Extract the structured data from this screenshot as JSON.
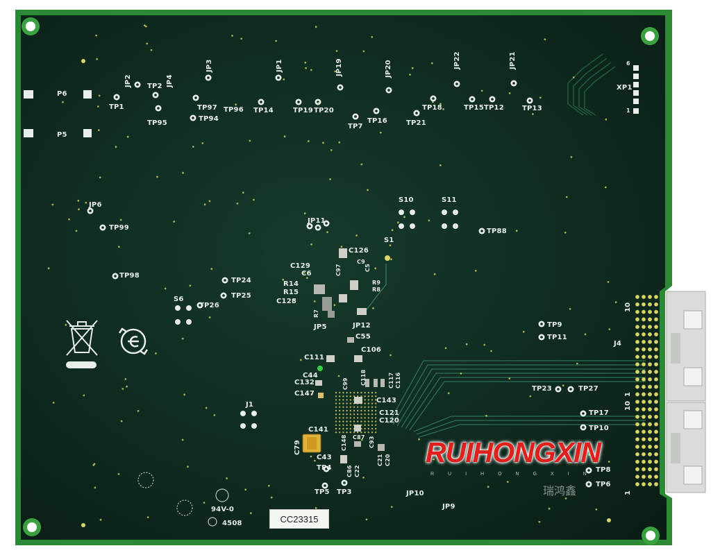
{
  "board": {
    "pcb_color": "#0f2a1f",
    "edge_color": "#2c8a34",
    "silk_color": "#e8eee8",
    "pad_color": "#d8d66a"
  },
  "labels": {
    "p6": "P6",
    "p5": "P5",
    "tp1": "TP1",
    "tp2": "TP2",
    "tp95": "TP95",
    "tp97": "TP97",
    "tp94": "TP94",
    "tp96": "TP96",
    "tp14": "TP14",
    "tp19": "TP19",
    "tp20": "TP20",
    "tp7": "TP7",
    "tp16": "TP16",
    "tp21": "TP21",
    "tp18": "TP18",
    "tp15": "TP15",
    "tp12": "TP12",
    "tp13": "TP13",
    "jp2": "JP2",
    "jp4": "JP4",
    "jp3": "JP3",
    "jp1": "JP1",
    "jp19": "JP19",
    "jp20": "JP20",
    "jp22": "JP22",
    "jp21": "JP21",
    "xp1": "XP1",
    "xp1_pin6": "6",
    "xp1_pin1": "1",
    "jp6": "JP6",
    "tp99": "TP99",
    "tp98": "TP98",
    "tp24": "TP24",
    "tp25": "TP25",
    "tp26": "TP26",
    "s6": "S6",
    "jp11": "JP11",
    "s1": "S1",
    "s10": "S10",
    "s11": "S11",
    "tp88": "TP88",
    "c126": "C126",
    "c129": "C129",
    "c6": "C6",
    "c97": "C97",
    "c9": "C9",
    "c5": "C5",
    "r14": "R14",
    "r15": "R15",
    "c128": "C128",
    "r9": "R9",
    "r8": "R8",
    "r7": "R7",
    "jp5": "JP5",
    "jp12": "JP12",
    "c55": "C55",
    "c106": "C106",
    "c111": "C111",
    "c44": "C44",
    "c132": "C132",
    "c147": "C147",
    "c99": "C99",
    "c118": "C118",
    "c117": "C117",
    "c116": "C116",
    "c143": "C143",
    "c121": "C121",
    "c120": "C120",
    "c141": "C141",
    "c79": "C79",
    "c43": "C43",
    "c148": "C148",
    "c87": "C87",
    "c93": "C93",
    "c21": "C21",
    "c20": "C20",
    "c86": "C86",
    "c22": "C22",
    "tp4": "TP4",
    "tp5": "TP5",
    "tp3": "TP3",
    "jp10": "JP10",
    "jp9": "JP9",
    "j1": "J1",
    "tp9": "TP9",
    "tp11": "TP11",
    "j4": "J4",
    "tp23": "TP23",
    "tp27": "TP27",
    "tp17": "TP17",
    "tp10": "TP10",
    "tp8": "TP8",
    "tp6": "TP6",
    "pin10_top": "10",
    "pin1_mid": "1",
    "pin10_mid": "10",
    "pin1_bot": "1",
    "rating": "94V-0",
    "datecode": "4508",
    "serial": "CC23315"
  },
  "watermark": {
    "brand": "RUIHONGXIN",
    "spaced": "RUIHONGXIN",
    "chinese": "瑞鸿鑫"
  },
  "icons": [
    "weee-bin-icon",
    "recycle-e-icon",
    "ul-mark-icon"
  ]
}
